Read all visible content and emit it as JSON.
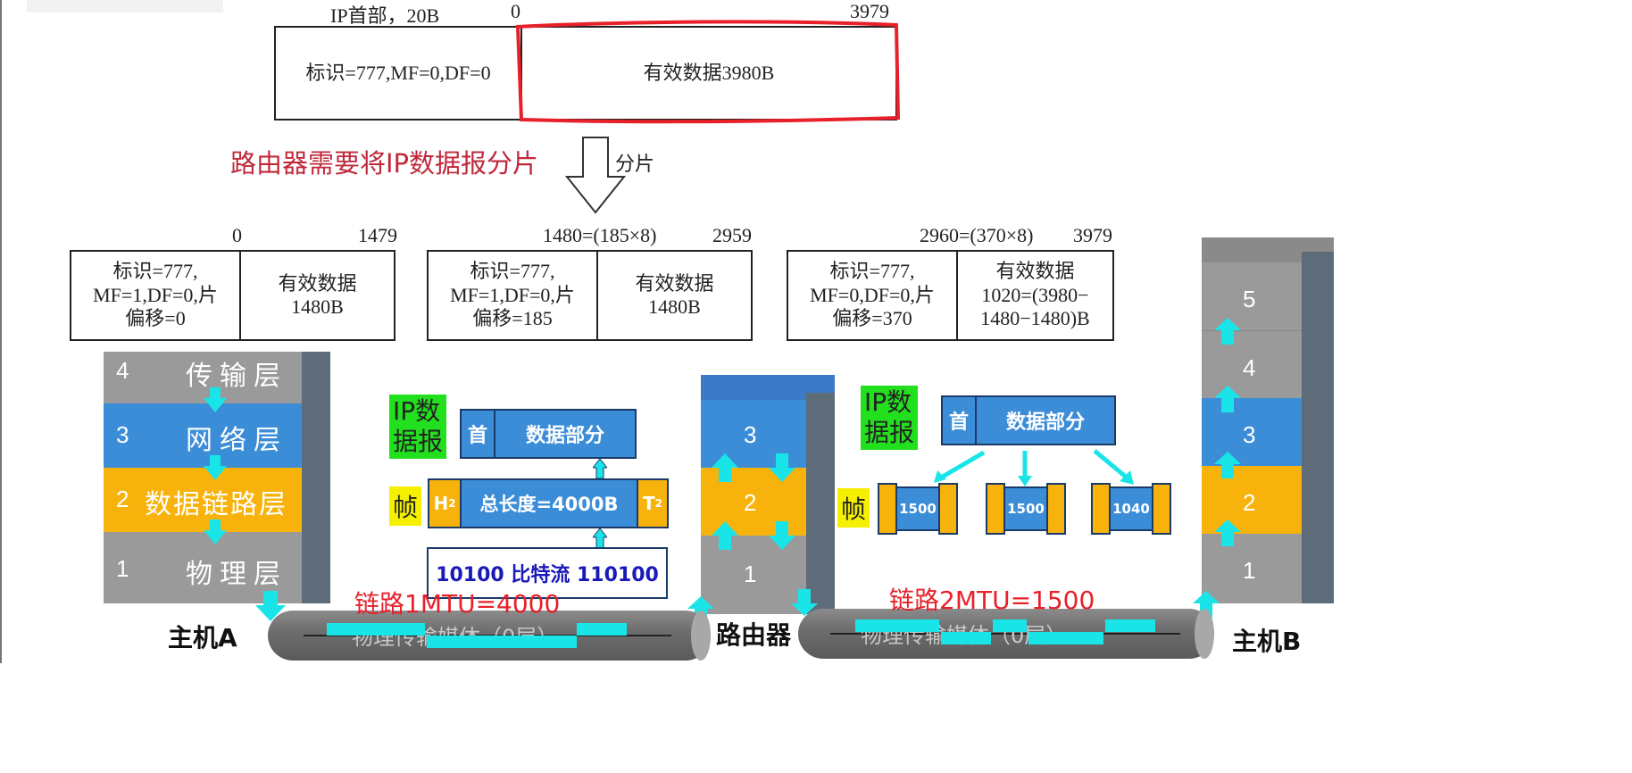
{
  "original": {
    "header_label": "IP首部，20B",
    "range_start": "0",
    "range_end": "3979",
    "header_cell": "标识=777,MF=0,DF=0",
    "data_cell": "有效数据3980B"
  },
  "fragment_note": "路由器需要将IP数据报分片",
  "fragment_arrow_label": "分片",
  "fragments": [
    {
      "range_start": "0",
      "range_end": "1479",
      "header": [
        "标识=777,",
        "MF=1,DF=0,片",
        "偏移=0"
      ],
      "data": [
        "有效数据",
        "1480B"
      ]
    },
    {
      "range_start": "1480=(185×8)",
      "range_end": "2959",
      "header": [
        "标识=777,",
        "MF=1,DF=0,片",
        "偏移=185"
      ],
      "data": [
        "有效数据",
        "1480B"
      ]
    },
    {
      "range_start": "2960=(370×8)",
      "range_end": "3979",
      "header": [
        "标识=777,",
        "MF=0,DF=0,片",
        "偏移=370"
      ],
      "data": [
        "有效数据",
        "1020=(3980−",
        "1480−1480)B"
      ]
    }
  ],
  "host_a_layers": [
    {
      "num": "4",
      "name": "传输层"
    },
    {
      "num": "3",
      "name": "网络层"
    },
    {
      "num": "2",
      "name": "数据链路层"
    },
    {
      "num": "1",
      "name": "物理层"
    }
  ],
  "router_layers": [
    "3",
    "2",
    "1"
  ],
  "host_b_layers": [
    "5",
    "4",
    "3",
    "2",
    "1"
  ],
  "left_panel": {
    "ip_tag": [
      "IP数",
      "据报"
    ],
    "head": "首",
    "data_part": "数据部分",
    "frame_tag": "帧",
    "h2": "H",
    "h2_sub": "2",
    "total_length": "总长度=4000B",
    "t2": "T",
    "t2_sub": "2",
    "bitstream": "10100 比特流 110100"
  },
  "right_panel": {
    "ip_tag": [
      "IP数",
      "据报"
    ],
    "head": "首",
    "data_part": "数据部分",
    "frame_tag": "帧",
    "frames": [
      "1500",
      "1500",
      "1040"
    ]
  },
  "links": {
    "link1": "链路1MTU=4000",
    "link2": "链路2MTU=1500",
    "medium1": "物理传输媒体（0层）",
    "medium2": "物理传输媒体（0层）"
  },
  "devices": {
    "host_a": "主机A",
    "router": "路由器",
    "host_b": "主机B"
  },
  "colors": {
    "accent_red": "#e8202a",
    "title_red": "#c0283a",
    "layer_gray": "#9a9a9a",
    "layer_blue": "#3c8dd8",
    "layer_orange": "#f7b30c",
    "arrow_cyan": "#19e5e8",
    "tag_green": "#22e01e",
    "tag_yellow": "#f5f000"
  }
}
